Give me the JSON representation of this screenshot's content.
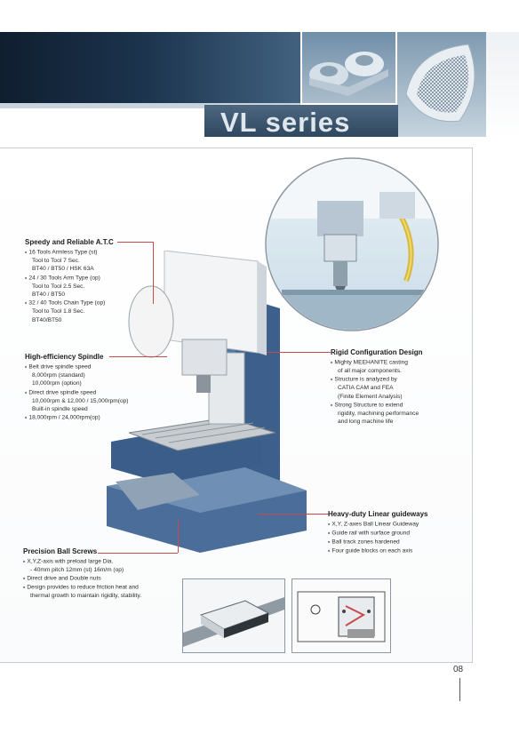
{
  "header": {
    "series_title": "VL series"
  },
  "sections": {
    "atc": {
      "title": "Speedy and Reliable A.T.C",
      "lines": [
        {
          "text": "16 Tools Armless Type (st)",
          "bullet": true
        },
        {
          "text": "Tool to Tool 7 Sec.",
          "bullet": false
        },
        {
          "text": "BT40 / BT50 / HSK 63A",
          "bullet": false
        },
        {
          "text": "24 / 30 Tools Arm Type (op)",
          "bullet": true
        },
        {
          "text": "Tool to Tool 2.5 Sec.",
          "bullet": false
        },
        {
          "text": "BT40 / BT50",
          "bullet": false
        },
        {
          "text": "32 / 40 Tools Chain Type (op)",
          "bullet": true
        },
        {
          "text": "Tool to Tool 1.8 Sec.",
          "bullet": false
        },
        {
          "text": "BT40/BT50",
          "bullet": false
        }
      ]
    },
    "spindle": {
      "title": "High-efficiency Spindle",
      "lines": [
        {
          "text": "Belt drive spindle speed",
          "bullet": true
        },
        {
          "text": "8,000rpm (standard)",
          "bullet": false
        },
        {
          "text": "10,000rpm (option)",
          "bullet": false
        },
        {
          "text": "Direct drive spindle speed",
          "bullet": true
        },
        {
          "text": "10,000rpm & 12,000 / 15,000rpm(op)",
          "bullet": false
        },
        {
          "text": "Built-in spindle speed",
          "bullet": false
        },
        {
          "text": "18,000rpm / 24,000rpm(op)",
          "bullet": true
        }
      ]
    },
    "rigid": {
      "title": "Rigid Configuration Design",
      "lines": [
        {
          "text": "Mighty MEEHANITE casting",
          "bullet": true
        },
        {
          "text": "of all major components.",
          "bullet": false
        },
        {
          "text": "Structure is analyzed by",
          "bullet": true
        },
        {
          "text": "CATIA CAM and FEA",
          "bullet": false
        },
        {
          "text": "(Finite Element Analysis)",
          "bullet": false
        },
        {
          "text": "Strong Structure to extend",
          "bullet": true
        },
        {
          "text": "rigidity, machining performance",
          "bullet": false
        },
        {
          "text": "and long machine life",
          "bullet": false
        }
      ]
    },
    "guideways": {
      "title": "Heavy-duty Linear guideways",
      "lines": [
        {
          "text": "X,Y, Z-axes Ball Linear Guideway",
          "bullet": true
        },
        {
          "text": "Guide rail with surface ground",
          "bullet": true
        },
        {
          "text": "Ball track zones hardened",
          "bullet": true
        },
        {
          "text": "Four guide blocks on each axis",
          "bullet": true
        }
      ]
    },
    "screws": {
      "title": "Precision Ball Screws",
      "lines": [
        {
          "text": "X,Y,Z-axis with preload large Dia.",
          "bullet": true
        },
        {
          "text": "- 40mm pitch 12mm (st) 16m/m (op)",
          "bullet": false
        },
        {
          "text": "Direct drive and Double nuts",
          "bullet": true
        },
        {
          "text": "Design provides to reduce friction heat and",
          "bullet": true
        },
        {
          "text": "thermal growth to maintain rigidity, stability.",
          "bullet": false
        }
      ]
    }
  },
  "page_number": "08"
}
